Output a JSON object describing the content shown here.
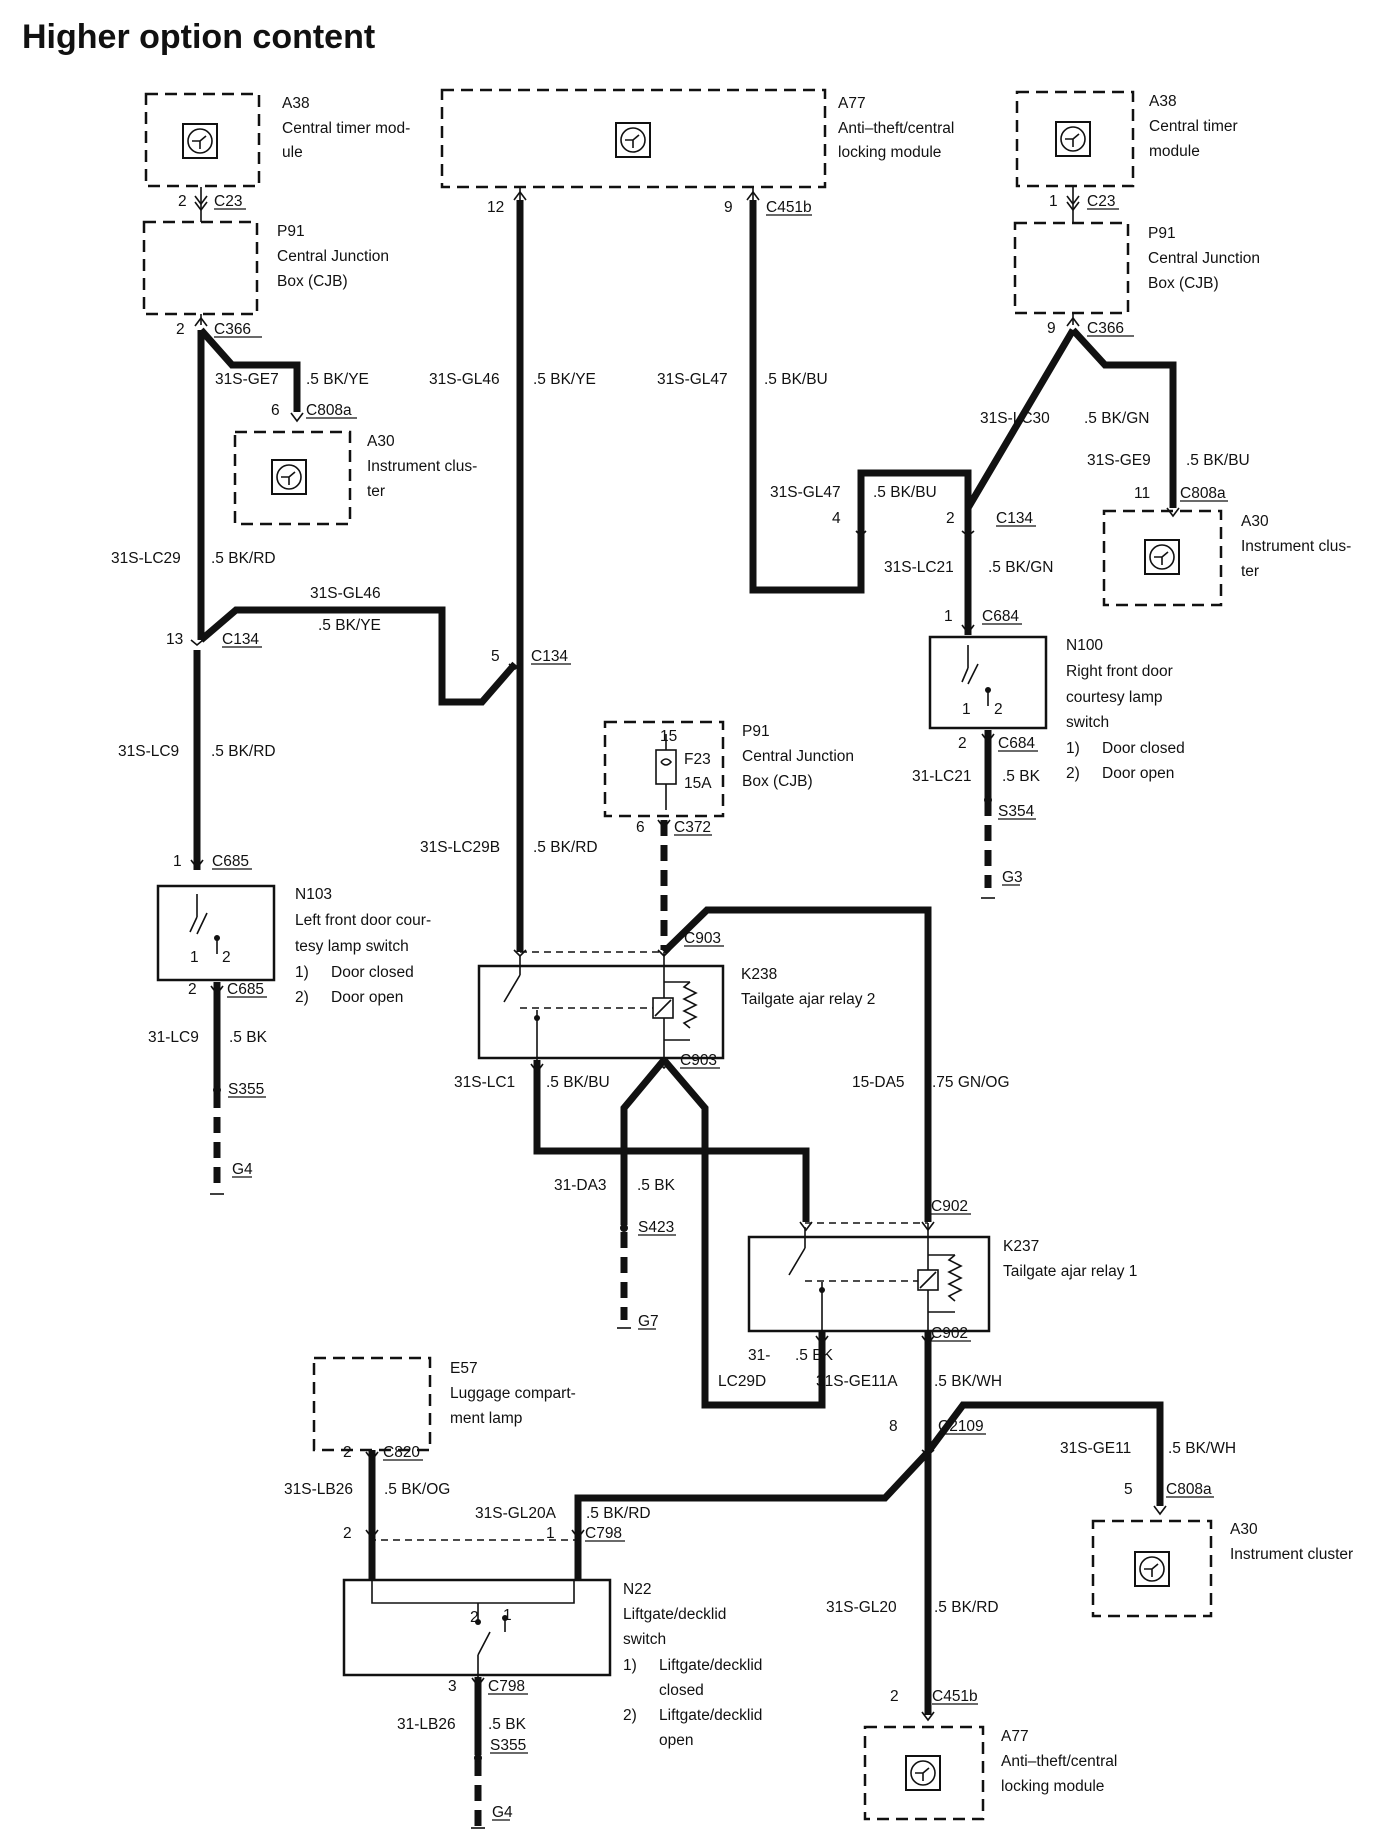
{
  "page": {
    "title": "Higher option content"
  },
  "components": {
    "a38_left": {
      "id": "A38",
      "line1": "Central timer mod-",
      "line2": "ule"
    },
    "a77_top": {
      "id": "A77",
      "line1": "Anti–theft/central",
      "line2": "locking module"
    },
    "a38_right": {
      "id": "A38",
      "line1": "Central timer",
      "line2": "module"
    },
    "p91_left": {
      "id": "P91",
      "line1": "Central Junction",
      "line2": "Box (CJB)"
    },
    "p91_right": {
      "id": "P91",
      "line1": "Central Junction",
      "line2": "Box (CJB)"
    },
    "a30_left": {
      "id": "A30",
      "line1": "Instrument clus-",
      "line2": "ter"
    },
    "a30_right": {
      "id": "A30",
      "line1": "Instrument clus-",
      "line2": "ter"
    },
    "n100": {
      "id": "N100",
      "line1": "Right front door",
      "line2": "courtesy lamp",
      "line3": "switch",
      "state1_num": "1)",
      "state1": "Door closed",
      "state2_num": "2)",
      "state2": "Door open"
    },
    "p91_fuse": {
      "id": "P91",
      "line1": "Central Junction",
      "line2": "Box (CJB)",
      "fuse": "F23",
      "rating": "15A",
      "pin_in": "15"
    },
    "n103": {
      "id": "N103",
      "line1": "Left front door cour-",
      "line2": "tesy lamp switch",
      "state1_num": "1)",
      "state1": "Door closed",
      "state2_num": "2)",
      "state2": "Door open"
    },
    "k238": {
      "id": "K238",
      "line1": "Tailgate ajar relay 2"
    },
    "k237": {
      "id": "K237",
      "line1": "Tailgate ajar relay 1"
    },
    "e57": {
      "id": "E57",
      "line1": "Luggage compart-",
      "line2": "ment lamp"
    },
    "a30_bottom": {
      "id": "A30",
      "line1": "Instrument cluster"
    },
    "n22": {
      "id": "N22",
      "line1": "Liftgate/decklid",
      "line2": "switch",
      "s1_num": "1)",
      "s1_a": "Liftgate/decklid",
      "s1_b": "closed",
      "s2_num": "2)",
      "s2_a": "Liftgate/decklid",
      "s2_b": "open"
    },
    "a77_bottom": {
      "id": "A77",
      "line1": "Anti–theft/central",
      "line2": "locking module"
    }
  },
  "connectors": {
    "c23_l": "C23",
    "c23_r": "C23",
    "c366_l": "C366",
    "c366_r": "C366",
    "c451b_top": "C451b",
    "c808a_l": "C808a",
    "c808a_r": "C808a",
    "c808a_b": "C808a",
    "c134_l": "C134",
    "c134_m": "C134",
    "c134_r": "C134",
    "c684_top": "C684",
    "c684_bot": "C684",
    "s354": "S354",
    "g3": "G3",
    "c372": "C372",
    "c685_top": "C685",
    "c685_bot": "C685",
    "s355_l": "S355",
    "g4_l": "G4",
    "c903_top": "C903",
    "c903_bot": "C903",
    "s423": "S423",
    "g7": "G7",
    "c902_top": "C902",
    "c902_bot": "C902",
    "c820": "C820",
    "c798_top": "C798",
    "c798_bot": "C798",
    "c2109": "C2109",
    "s355_b": "S355",
    "g4_b": "G4",
    "c451b_bot": "C451b"
  },
  "pins": {
    "p2_a38l": "2",
    "p12": "12",
    "p9_a77": "9",
    "p1_a38r": "1",
    "p2_cjbl": "2",
    "p9_cjbr": "9",
    "p6_c808a": "6",
    "p11_c808a": "11",
    "p4_c134": "4",
    "p2_c134": "2",
    "p13_c134": "13",
    "p5_c134": "5",
    "p1_c684": "1",
    "p2_c684": "2",
    "p6_c372": "6",
    "p1_c685": "1",
    "p2_c685": "2",
    "p8_c2109": "8",
    "p5_c808a": "5",
    "p2_c820": "2",
    "p2_c798": "2",
    "p1_c798": "1",
    "p3_c798": "3",
    "p2_c451b": "2",
    "sw_1": "1",
    "sw_2": "2"
  },
  "wires": {
    "w_31sge7": {
      "circuit": "31S-GE7",
      "spec": ".5 BK/YE"
    },
    "w_31sgl46_top": {
      "circuit": "31S-GL46",
      "spec": ".5 BK/YE"
    },
    "w_31sgl47_top": {
      "circuit": "31S-GL47",
      "spec": ".5 BK/BU"
    },
    "w_31slc30": {
      "circuit": "31S-LC30",
      "spec": ".5 BK/GN"
    },
    "w_31sge9": {
      "circuit": "31S-GE9",
      "spec": ".5 BK/BU"
    },
    "w_31sgl47_mid": {
      "circuit": "31S-GL47",
      "spec": ".5 BK/BU"
    },
    "w_31slc29": {
      "circuit": "31S-LC29",
      "spec": ".5 BK/RD"
    },
    "w_31slc21": {
      "circuit": "31S-LC21",
      "spec": ".5 BK/GN"
    },
    "w_31sgl46_mid": {
      "circuit": "31S-GL46",
      "spec": ".5 BK/YE"
    },
    "w_31slc9": {
      "circuit": "31S-LC9",
      "spec": ".5 BK/RD"
    },
    "w_31lc21": {
      "circuit": "31-LC21",
      "spec": ".5 BK"
    },
    "w_31slc29b": {
      "circuit": "31S-LC29B",
      "spec": ".5 BK/RD"
    },
    "w_31lc9": {
      "circuit": "31-LC9",
      "spec": ".5 BK"
    },
    "w_31slc1": {
      "circuit": "31S-LC1",
      "spec": ".5 BK/BU"
    },
    "w_15da5": {
      "circuit": "15-DA5",
      "spec": ".75 GN/OG"
    },
    "w_31da3": {
      "circuit": "31-DA3",
      "spec": ".5 BK"
    },
    "w_31lc29d": {
      "circuit_a": "31-",
      "circuit_b": "LC29D",
      "spec": ".5 BK"
    },
    "w_31sge11a": {
      "circuit": "31S-GE11A",
      "spec": ".5 BK/WH"
    },
    "w_31sge11": {
      "circuit": "31S-GE11",
      "spec": ".5 BK/WH"
    },
    "w_31slb26": {
      "circuit": "31S-LB26",
      "spec": ".5 BK/OG"
    },
    "w_31sgl20a": {
      "circuit": "31S-GL20A",
      "spec": ".5 BK/RD"
    },
    "w_31sgl20": {
      "circuit": "31S-GL20",
      "spec": ".5 BK/RD"
    },
    "w_31lb26": {
      "circuit": "31-LB26",
      "spec": ".5 BK"
    }
  }
}
